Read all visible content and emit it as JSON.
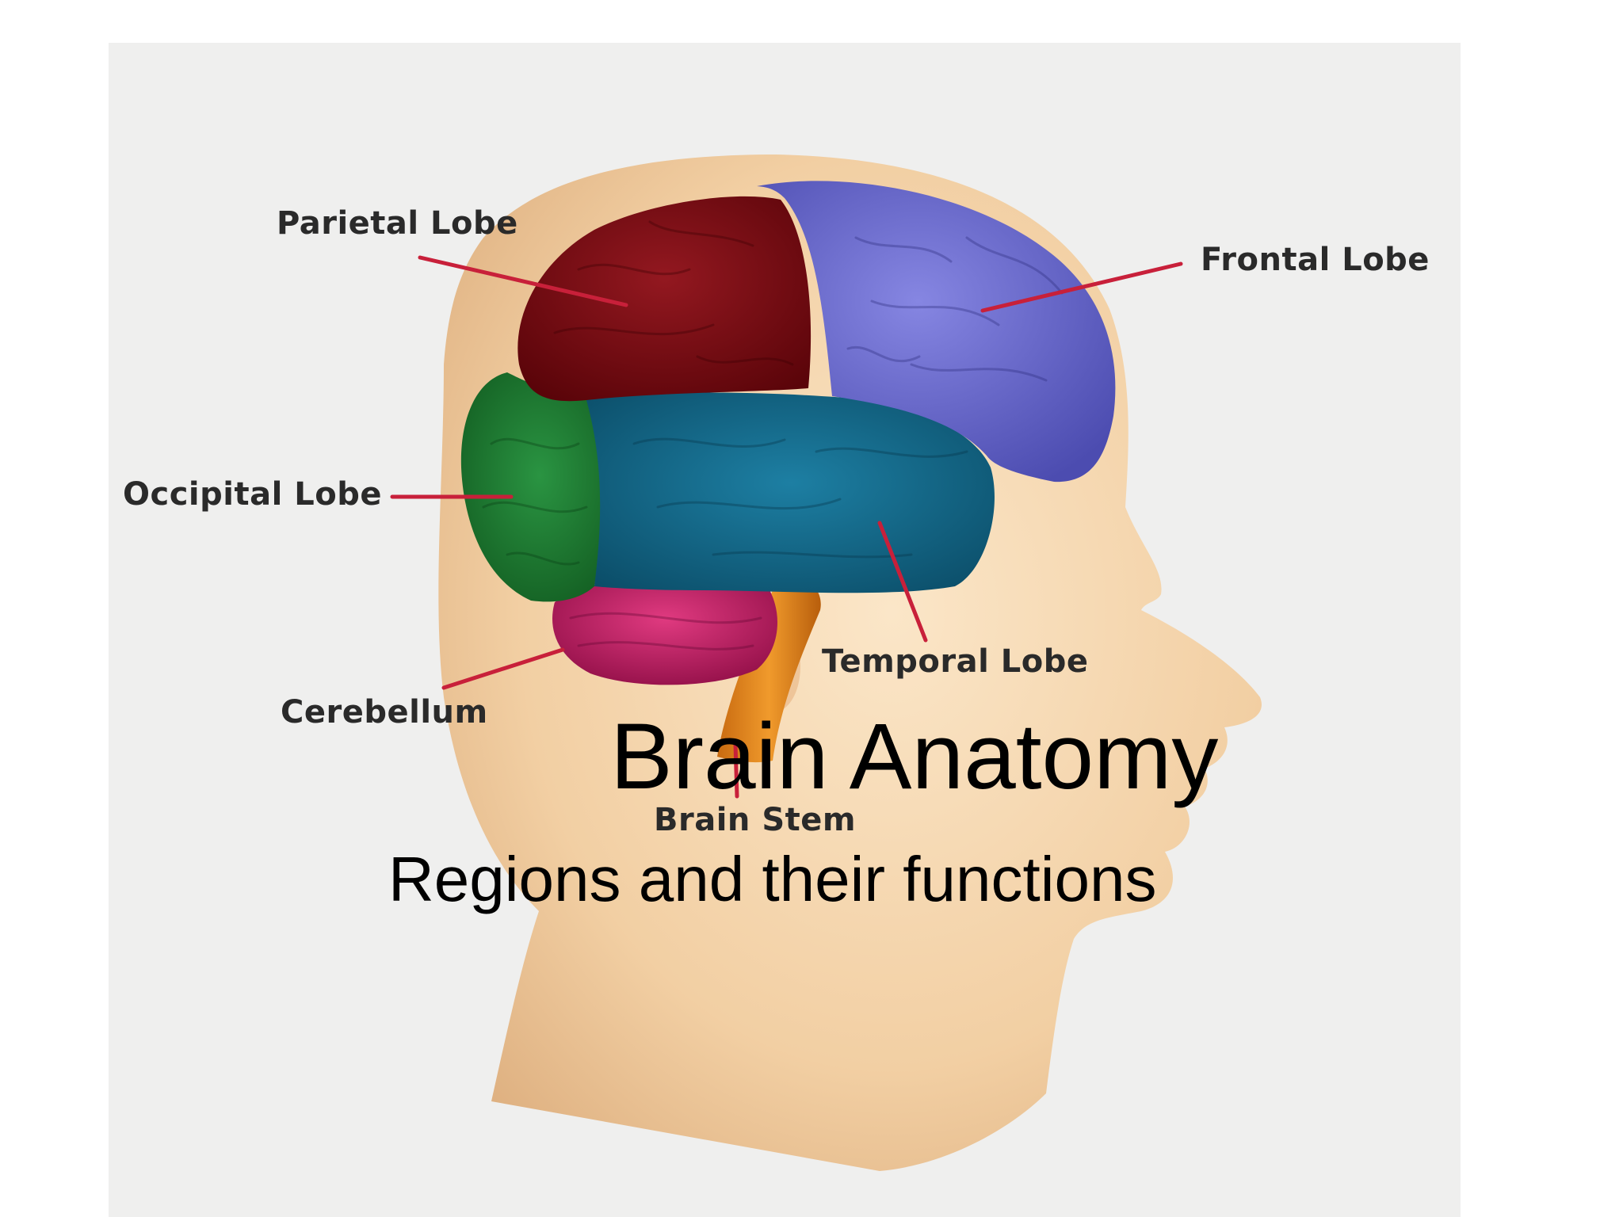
{
  "slide": {
    "title": "Brain Anatomy",
    "subtitle": "Regions and their functions"
  },
  "diagram": {
    "labels": {
      "parietal": "Parietal Lobe",
      "frontal": "Frontal Lobe",
      "occipital": "Occipital Lobe",
      "temporal": "Temporal Lobe",
      "cerebellum": "Cerebellum",
      "brain_stem": "Brain Stem"
    },
    "colors": {
      "background": "#efefee",
      "skin": "#f1cfa6",
      "parietal": "#7a0c12",
      "frontal": "#6f6fd0",
      "occipital": "#1f7a32",
      "temporal": "#136a8a",
      "cerebellum": "#c21a64",
      "brain_stem": "#e0851c",
      "leader_line": "#c8203a"
    }
  }
}
